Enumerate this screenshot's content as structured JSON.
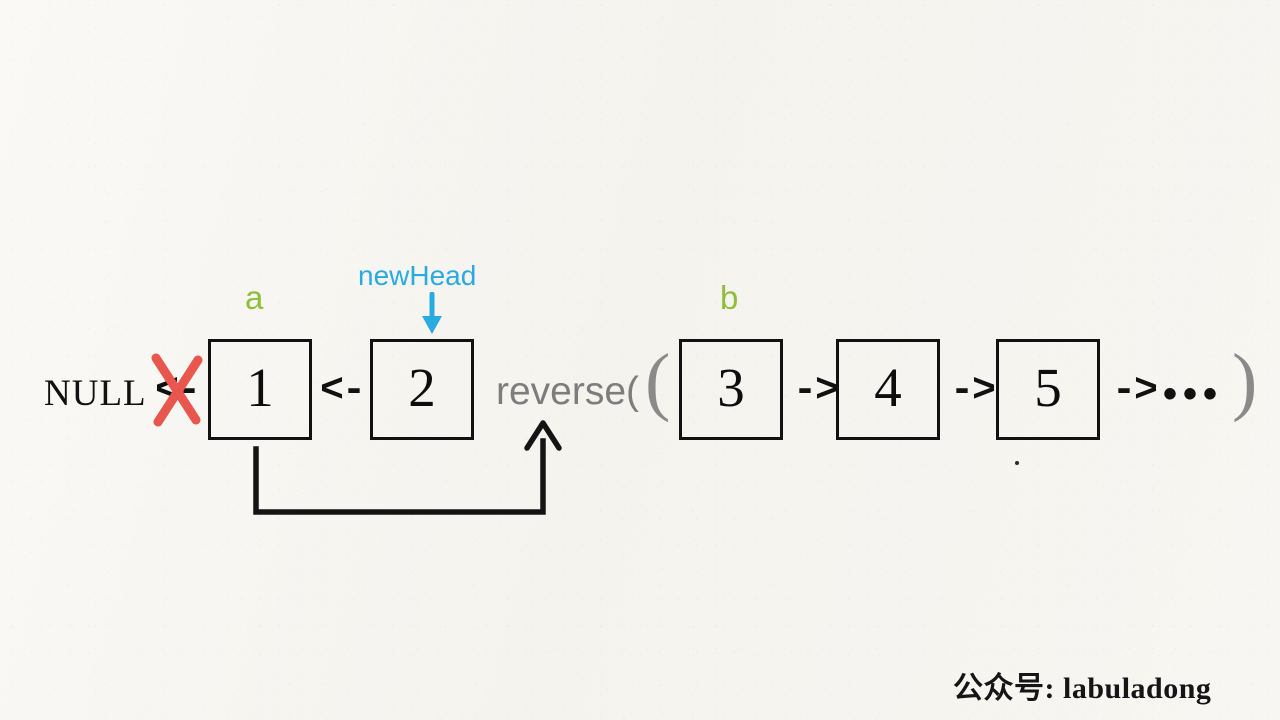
{
  "diagram": {
    "title": "Linked list reverse-between-a-and-b recursion step",
    "background_color": "#f7f6f2",
    "null_text": "NULL",
    "function_call": {
      "name": "reverse(",
      "close_paren": ")",
      "color": "#7d7d7d"
    },
    "pointer_labels": [
      {
        "name": "a",
        "text": "a",
        "color": "#8fbe3c",
        "target_value": "1"
      },
      {
        "name": "b",
        "text": "b",
        "color": "#8fbe3c",
        "target_value": "3"
      },
      {
        "name": "newHead",
        "text": "newHead",
        "color": "#29abe2",
        "target_value": "2"
      }
    ],
    "nodes": [
      {
        "value": "1",
        "label": "a"
      },
      {
        "value": "2",
        "label": "newHead"
      },
      {
        "value": "3",
        "label": "b"
      },
      {
        "value": "4",
        "label": ""
      },
      {
        "value": "5",
        "label": ""
      }
    ],
    "connectors": [
      {
        "name": "null-to-one",
        "glyph": "<-",
        "crossed_out": true,
        "cross_color": "#e8564e"
      },
      {
        "name": "one-to-two",
        "glyph": "<-",
        "crossed_out": false
      },
      {
        "name": "three-to-four",
        "glyph": "->",
        "crossed_out": false
      },
      {
        "name": "four-to-five",
        "glyph": "->",
        "crossed_out": false
      },
      {
        "name": "five-to-rest",
        "glyph": "->",
        "crossed_out": false
      }
    ],
    "ellipsis": "•••",
    "recursion_arrow": {
      "name": "node-one-next-to-reverse",
      "description": "elbow arrow from under node 1 up to reverse call"
    },
    "watermark": "公众号: labuladong"
  }
}
